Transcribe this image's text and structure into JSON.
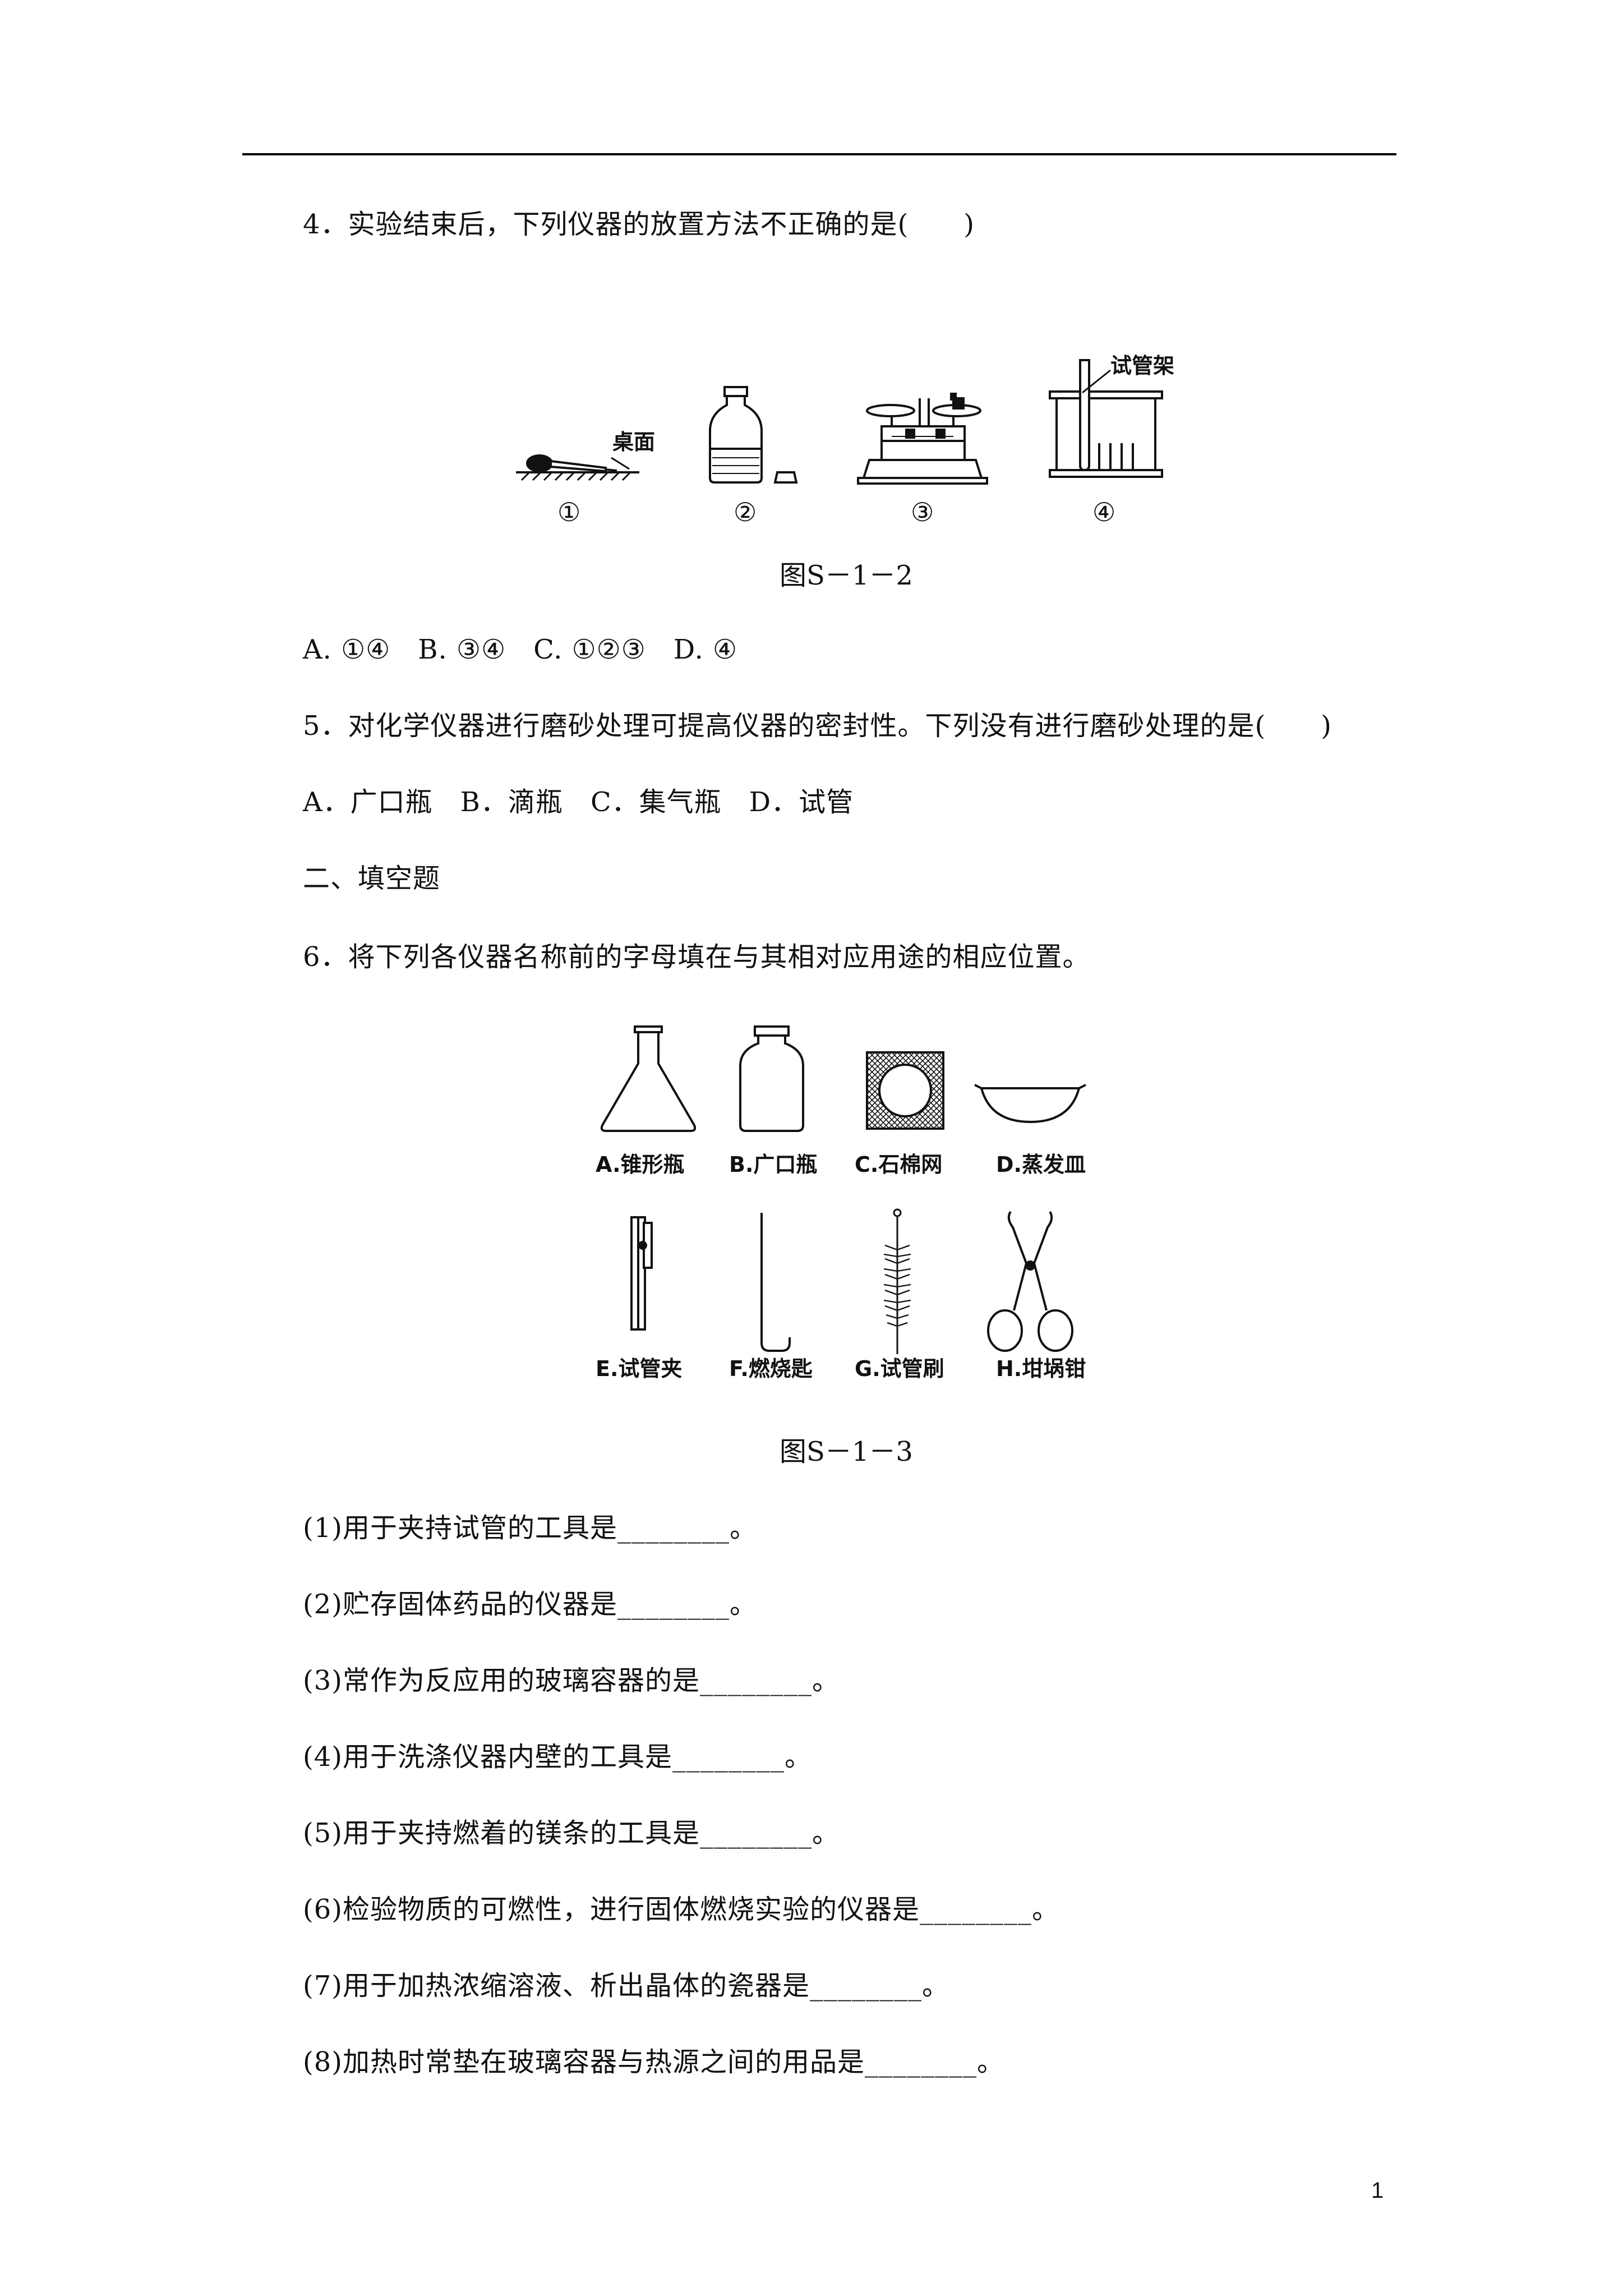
{
  "q4": {
    "stem": "4．实验结束后，下列仪器的放置方法不正确的是(　　)",
    "fig_labels": {
      "desk": "桌面",
      "rack": "试管架"
    },
    "fig_numbers": [
      "①",
      "②",
      "③",
      "④"
    ],
    "caption": "图S－1－2",
    "options": "A. ①④　B. ③④　C. ①②③　D. ④"
  },
  "q5": {
    "stem": "5．对化学仪器进行磨砂处理可提高仪器的密封性。下列没有进行磨砂处理的是(　　)",
    "options": "A．广口瓶　B．滴瓶　C．集气瓶　D．试管"
  },
  "section2": {
    "title": "二、填空题"
  },
  "q6": {
    "stem": "6．将下列各仪器名称前的字母填在与其相对应用途的相应位置。",
    "instruments": [
      "A.锥形瓶",
      "B.广口瓶",
      "C.石棉网",
      "D.蒸发皿",
      "E.试管夹",
      "F.燃烧匙",
      "G.试管刷",
      "H.坩埚钳"
    ],
    "caption": "图S－1－3",
    "items": [
      "(1)用于夹持试管的工具是________。",
      "(2)贮存固体药品的仪器是________。",
      "(3)常作为反应用的玻璃容器的是________。",
      "(4)用于洗涤仪器内壁的工具是________。",
      "(5)用于夹持燃着的镁条的工具是________。",
      "(6)检验物质的可燃性，进行固体燃烧实验的仪器是________。",
      "(7)用于加热浓缩溶液、析出晶体的瓷器是________。",
      "(8)加热时常垫在玻璃容器与热源之间的用品是________。"
    ]
  },
  "page_number": "1"
}
